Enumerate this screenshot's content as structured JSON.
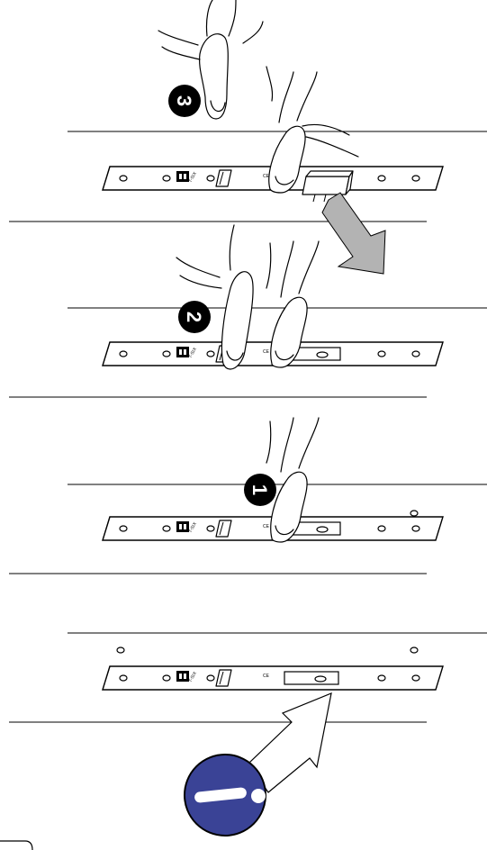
{
  "steps": [
    {
      "badge": "3",
      "label": "step-3"
    },
    {
      "badge": "2",
      "label": "step-2"
    },
    {
      "badge": "1",
      "label": "step-1"
    }
  ],
  "colors": {
    "badge_black": "#000000",
    "stop_blue": "#3a4396",
    "arrow_gray": "#b3b3b3",
    "line": "#000000"
  },
  "icons": [
    "finger-press",
    "removal-arrow",
    "insert-arrow",
    "stop-warning-sign",
    "ce-mark"
  ],
  "marks": {
    "ce": "CE"
  }
}
